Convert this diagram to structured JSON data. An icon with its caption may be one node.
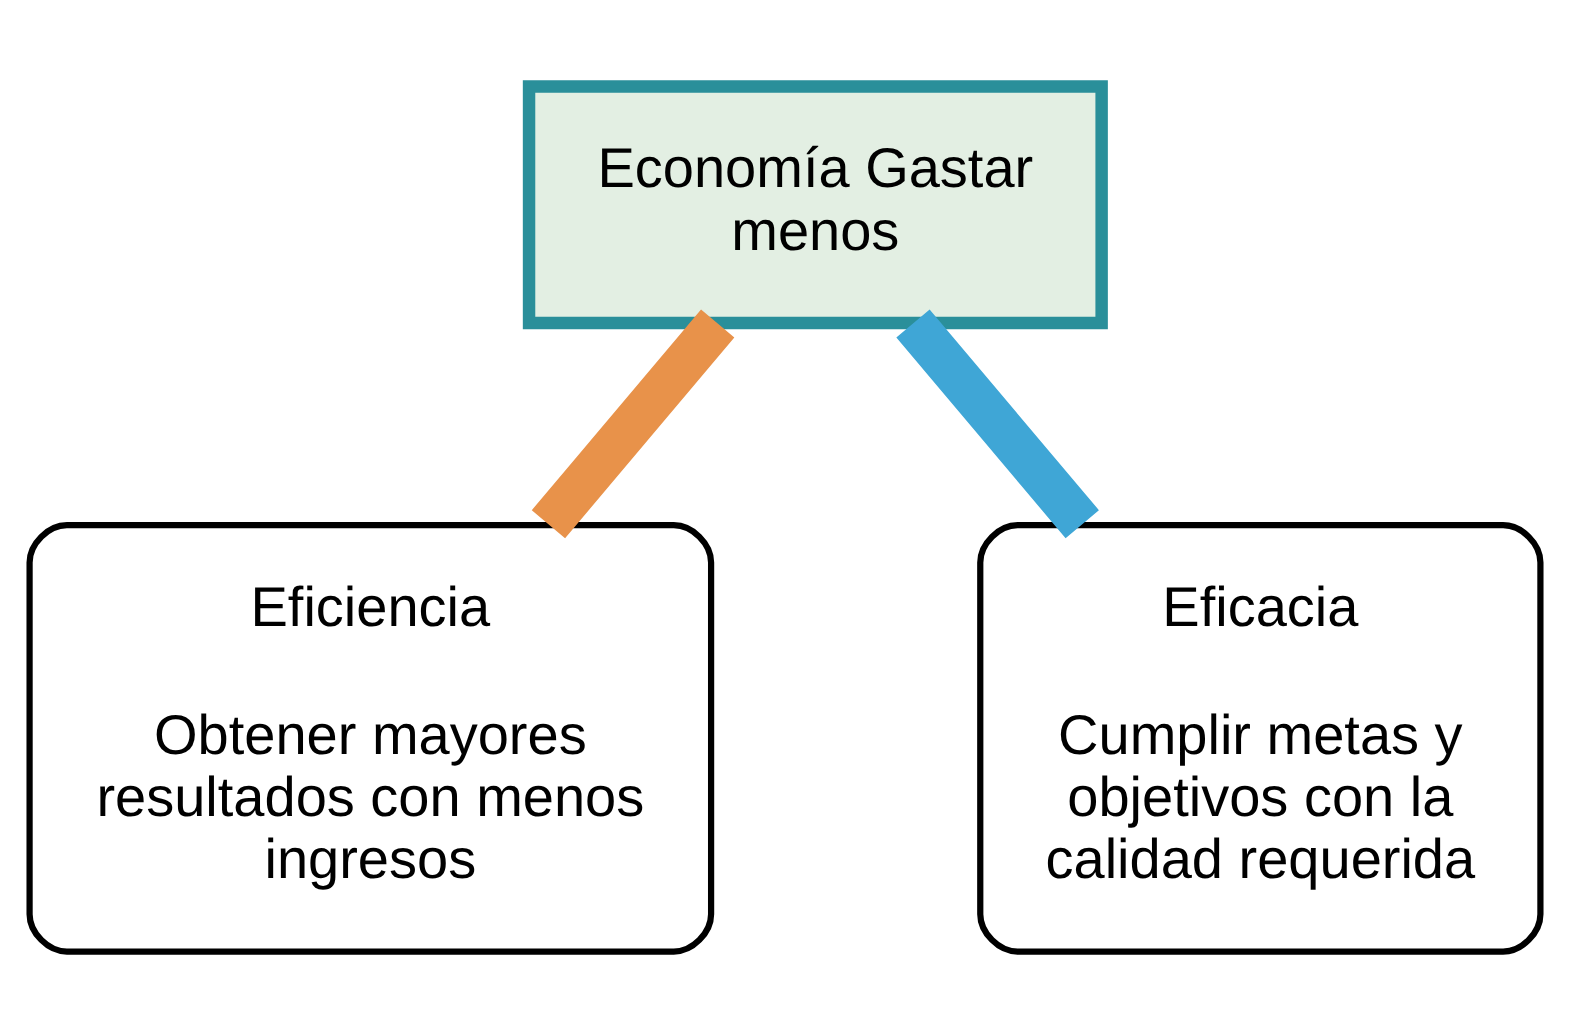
{
  "diagram": {
    "nodes": [
      {
        "text": [
          "Economía Gastar menos"
        ]
      },
      {
        "text": [
          "Eficiencia",
          "Obtener mayores resultados con menos ingresos"
        ]
      },
      {
        "text": [
          "Eficacia",
          "Cumplir metas y objetivos con la calidad requerida"
        ]
      }
    ],
    "edges": [
      {
        "from": 0,
        "to": 1,
        "arrow": "none",
        "color": "#e8924a"
      },
      {
        "from": 0,
        "to": 2,
        "arrow": "none",
        "color": "#3fa6d6"
      }
    ]
  }
}
